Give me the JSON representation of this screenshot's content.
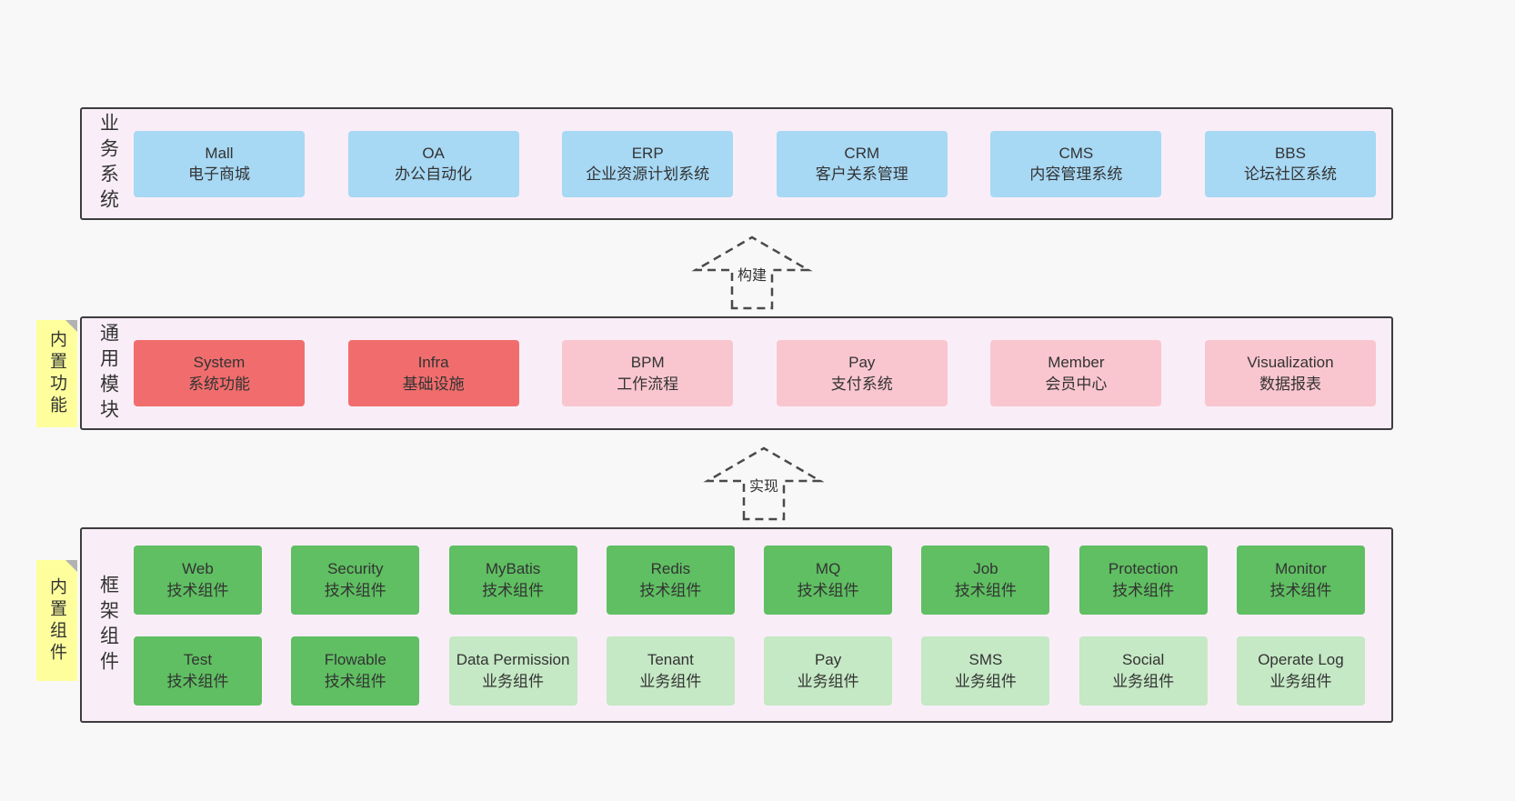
{
  "colors": {
    "page_bg": "#f8f8f8",
    "band_bg": "#f9eef7",
    "band_border": "#3c3c3c",
    "blue_box": "#a7d8f4",
    "red_box": "#f16d6d",
    "pink_box": "#f9c6cf",
    "green_dark_box": "#5fbf62",
    "green_light_box": "#c5e8c5",
    "sticky_bg": "#feff9c",
    "text": "#333333"
  },
  "band_business": {
    "label": "业务系统",
    "boxes": [
      {
        "title": "Mall",
        "subtitle": "电子商城"
      },
      {
        "title": "OA",
        "subtitle": "办公自动化"
      },
      {
        "title": "ERP",
        "subtitle": "企业资源计划系统"
      },
      {
        "title": "CRM",
        "subtitle": "客户关系管理"
      },
      {
        "title": "CMS",
        "subtitle": "内容管理系统"
      },
      {
        "title": "BBS",
        "subtitle": "论坛社区系统"
      }
    ]
  },
  "arrow_build": {
    "label": "构建"
  },
  "sticky_features": {
    "label": "内置功能"
  },
  "band_modules": {
    "label": "通用模块",
    "boxes": [
      {
        "title": "System",
        "subtitle": "系统功能",
        "variant": "red"
      },
      {
        "title": "Infra",
        "subtitle": "基础设施",
        "variant": "red"
      },
      {
        "title": "BPM",
        "subtitle": "工作流程",
        "variant": "pink"
      },
      {
        "title": "Pay",
        "subtitle": "支付系统",
        "variant": "pink"
      },
      {
        "title": "Member",
        "subtitle": "会员中心",
        "variant": "pink"
      },
      {
        "title": "Visualization",
        "subtitle": "数据报表",
        "variant": "pink"
      }
    ]
  },
  "arrow_implement": {
    "label": "实现"
  },
  "sticky_components": {
    "label": "内置组件"
  },
  "band_framework": {
    "label": "框架组件",
    "boxes_row1": [
      {
        "title": "Web",
        "subtitle": "技术组件",
        "variant": "green-dark"
      },
      {
        "title": "Security",
        "subtitle": "技术组件",
        "variant": "green-dark"
      },
      {
        "title": "MyBatis",
        "subtitle": "技术组件",
        "variant": "green-dark"
      },
      {
        "title": "Redis",
        "subtitle": "技术组件",
        "variant": "green-dark"
      },
      {
        "title": "MQ",
        "subtitle": "技术组件",
        "variant": "green-dark"
      },
      {
        "title": "Job",
        "subtitle": "技术组件",
        "variant": "green-dark"
      },
      {
        "title": "Protection",
        "subtitle": "技术组件",
        "variant": "green-dark"
      },
      {
        "title": "Monitor",
        "subtitle": "技术组件",
        "variant": "green-dark"
      }
    ],
    "boxes_row2": [
      {
        "title": "Test",
        "subtitle": "技术组件",
        "variant": "green-dark"
      },
      {
        "title": "Flowable",
        "subtitle": "技术组件",
        "variant": "green-dark"
      },
      {
        "title": "Data Permission",
        "subtitle": "业务组件",
        "variant": "green-light"
      },
      {
        "title": "Tenant",
        "subtitle": "业务组件",
        "variant": "green-light"
      },
      {
        "title": "Pay",
        "subtitle": "业务组件",
        "variant": "green-light"
      },
      {
        "title": "SMS",
        "subtitle": "业务组件",
        "variant": "green-light"
      },
      {
        "title": "Social",
        "subtitle": "业务组件",
        "variant": "green-light"
      },
      {
        "title": "Operate Log",
        "subtitle": "业务组件",
        "variant": "green-light"
      }
    ]
  }
}
